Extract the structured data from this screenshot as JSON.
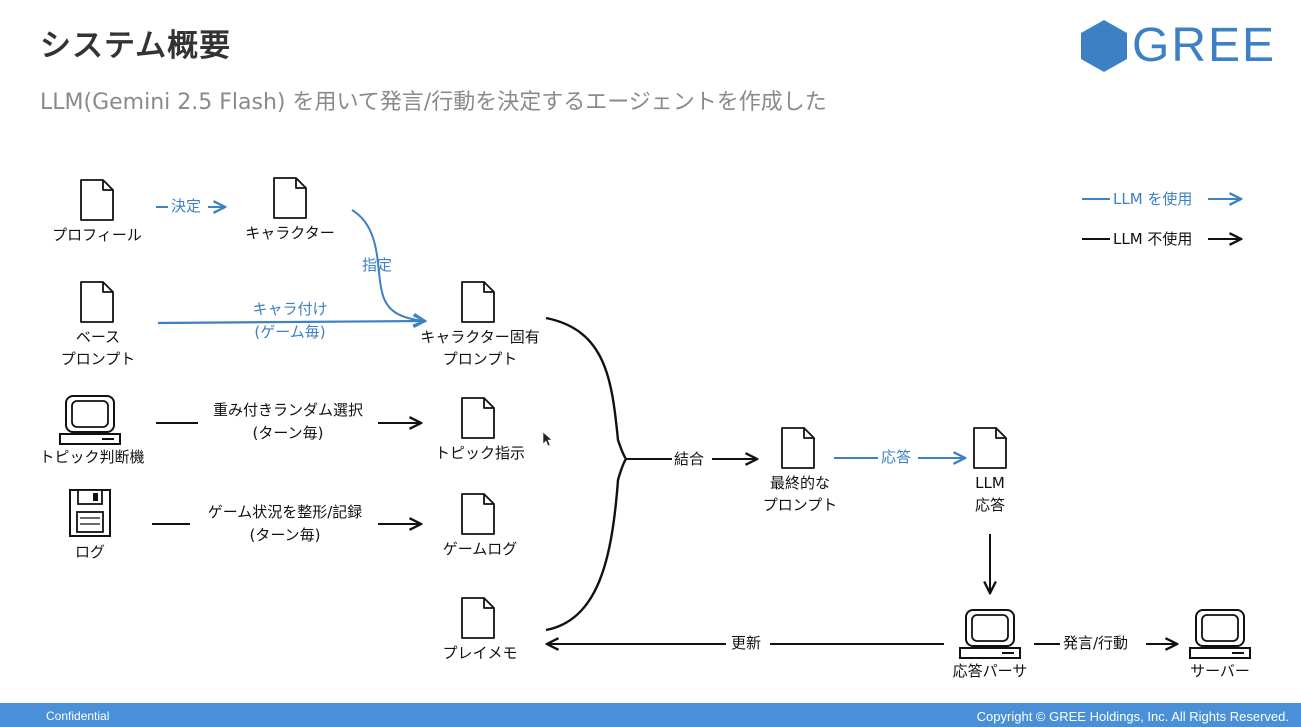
{
  "slide": {
    "title": "システム概要",
    "subtitle": "LLM(Gemini 2.5 Flash) を用いて発言/行動を決定するエージェントを作成した"
  },
  "logo": {
    "text": "GREE",
    "color": "#3d80c4"
  },
  "legend": {
    "llm_used": "LLM を使用",
    "llm_not_used": "LLM 不使用"
  },
  "nodes": {
    "profile": "プロフィール",
    "character": "キャラクター",
    "base_prompt_1": "ベース",
    "base_prompt_2": "プロンプト",
    "topic_machine": "トピック判断機",
    "log": "ログ",
    "char_prompt_1": "キャラクター固有",
    "char_prompt_2": "プロンプト",
    "topic_instruction": "トピック指示",
    "game_log": "ゲームログ",
    "play_memo": "プレイメモ",
    "final_prompt_1": "最終的な",
    "final_prompt_2": "プロンプト",
    "llm_response_1": "LLM",
    "llm_response_2": "応答",
    "response_parser": "応答パーサ",
    "server": "サーバー"
  },
  "edges": {
    "decide": "決定",
    "specify": "指定",
    "char_assign_1": "キャラ付け",
    "char_assign_2": "(ゲーム毎)",
    "weighted_random_1": "重み付きランダム選択",
    "weighted_random_2": "(ターン毎)",
    "format_record_1": "ゲーム状況を整形/記録",
    "format_record_2": "(ターン毎)",
    "combine": "結合",
    "respond": "応答",
    "update": "更新",
    "speech_action": "発言/行動"
  },
  "colors": {
    "llm_blue": "#3d80c4",
    "black": "#111111",
    "footer": "#4a90d9"
  },
  "footer": {
    "left": "Confidential",
    "right": "Copyright © GREE Holdings, Inc. All Rights Reserved."
  }
}
